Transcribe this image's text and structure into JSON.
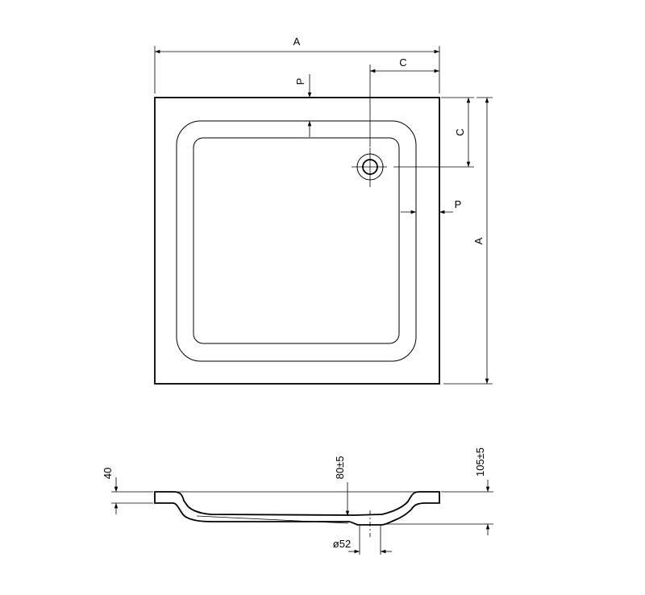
{
  "top_view": {
    "dim_width": "A",
    "dim_height": "A",
    "dim_drain_x": "C",
    "dim_drain_y": "C",
    "dim_rim_top": "P",
    "dim_rim_right": "P"
  },
  "side_view": {
    "dim_rim_height": "40",
    "dim_drain_depth": "80±5",
    "dim_total_height": "105±5",
    "dim_drain_diameter": "ø52"
  }
}
